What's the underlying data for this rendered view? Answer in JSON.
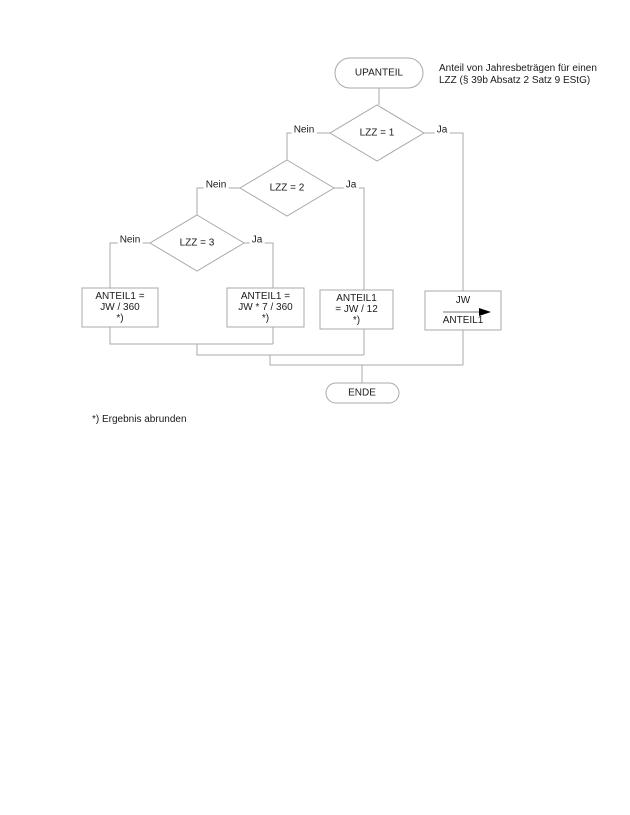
{
  "annotation": {
    "line1": "Anteil von Jahresbeträgen für einen",
    "line2": "LZZ (§ 39b Absatz 2 Satz 9 EStG)"
  },
  "footnote": "*) Ergebnis abrunden",
  "flowchart": {
    "start": {
      "label": "UPANTEIL"
    },
    "end": {
      "label": "ENDE"
    },
    "decisions": [
      {
        "label": "LZZ = 1",
        "no_label": "Nein",
        "yes_label": "Ja"
      },
      {
        "label": "LZZ = 2",
        "no_label": "Nein",
        "yes_label": "Ja"
      },
      {
        "label": "LZZ = 3",
        "no_label": "Nein",
        "yes_label": "Ja"
      }
    ],
    "processes": [
      {
        "lines": [
          "ANTEIL1 =",
          "JW / 360",
          "*)"
        ]
      },
      {
        "lines": [
          "ANTEIL1 =",
          "JW * 7 / 360",
          "*)"
        ]
      },
      {
        "lines": [
          "ANTEIL1",
          "= JW / 12",
          "*)"
        ]
      },
      {
        "assign_from": "JW",
        "assign_to": "ANTEIL1"
      }
    ],
    "colors": {
      "line": "#a9a9a9",
      "text": "#1a1a1a",
      "arrowhead": "#000000",
      "background": "#ffffff"
    }
  }
}
